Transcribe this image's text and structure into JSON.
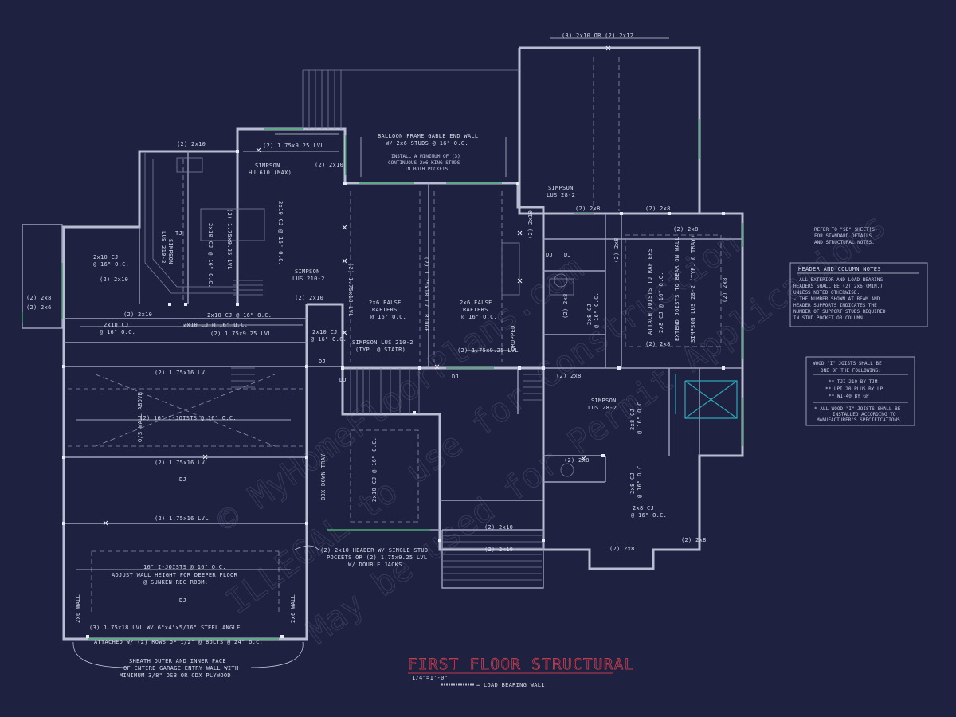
{
  "sheet": {
    "title": "FIRST FLOOR STRUCTURAL",
    "scale": "1/4\"=1'-0\"",
    "legend": "= LOAD BEARING WALL"
  },
  "watermark": {
    "line1": "© MyHomeFloorPlans.com",
    "line2": "ILLEGAL to use for Construction",
    "line3": "May be used for Permit Applications"
  },
  "notes": {
    "refer": [
      "REFER TO \"SD\" SHEET(S)",
      "FOR STANDARD DETAILS",
      "AND STRUCTURAL NOTES."
    ],
    "header_title": "HEADER AND COLUMN NOTES",
    "header_lines": [
      "- ALL EXTERIOR AND LOAD BEARING",
      "HEADERS SHALL BE (2) 2x6 (MIN.)",
      "UNLESS NOTED OTHERWISE.",
      "- THE NUMBER SHOWN AT BEAM AND",
      "HEADER SUPPORTS INDICATES THE",
      "NUMBER OF SUPPORT STUDS REQUIRED",
      "IN STUD POCKET OR COLUMN."
    ],
    "joist_title_1": "WOOD \"I\" JOISTS SHALL BE",
    "joist_title_2": "ONE OF THE FOLLOWING:",
    "joist_lines": [
      "** TJI 210 BY TJM",
      "** LPI 20 PLUS BY LP",
      "** WI-40 BY GP"
    ],
    "joist_foot": [
      "* ALL WOOD \"I\" JOISTS SHALL BE",
      "INSTALLED ACCORDING TO",
      "MANUFACTURER'S SPECIFICATIONS"
    ]
  },
  "labels": {
    "top_header": "(3) 2x10 OR (2) 2x12",
    "balloon": "BALLOON FRAME GABLE END WALL",
    "balloon2": "W/ 2x6 STUDS @ 16\" O.C.",
    "install1": "INSTALL A MINIMUM OF (3)",
    "install2": "CONTINUOUS 2x6 KING STUDS",
    "install3": "IN BOTH POCKETS.",
    "lvl_top": "(2) 1.75x9.25 LVL",
    "hdr_2x10_a": "(2) 2x10",
    "hdr_2x10_b": "(2) 2x10",
    "simpson_hu": "SIMPSON",
    "simpson_hu2": "HU 610 (MAX)",
    "simpson_lus": "SIMPSON",
    "simpson_lus2": "LUS 210-2",
    "lus_left1": "SIMPSON",
    "lus_left2": "LUS 210-2",
    "cj_left1": "2x10 CJ",
    "cj_left2": "@ 16\" O.C.",
    "hdr_left_a": "(2) 2x10",
    "hdr_left_b": "(2) 2x10",
    "hdr_left_c": "(2) 2x8",
    "cj_mid1": "2x10 CJ @ 16\" O.C.",
    "cj_vert1": "2x10 CJ @ 16\" O.C.",
    "lvl_vert1": "(2) 1.75x9.25 LVL",
    "cj_vert2": "2x10 CJ @ 16\" O.C.",
    "cj_bot1": "2x10 CJ",
    "cj_bot2": "@ 16\" O.C.",
    "cj_row": "2x10 CJ @ 16\" O.C.",
    "lvl_row": "(2) 1.75x9.25 LVL",
    "hdr_2x10_c": "(2) 2x10",
    "cj_small1": "2x10 CJ",
    "cj_small2": "@ 16\" O.C.",
    "lvl18_vert": "(2) 1.75x18 LVL",
    "ridge_vert": "(2) 1.75x18 LVL RIDGE",
    "false_raft_l1": "2x6 FALSE",
    "false_raft_l2": "RAFTERS",
    "false_raft_l3": "@ 16\" O.C.",
    "false_raft_r1": "2x6 FALSE",
    "false_raft_r2": "RAFTERS",
    "false_raft_r3": "@ 16\" O.C.",
    "stair1": "SIMPSON LUS 210-2",
    "stair2": "(TYP. @ STAIR)",
    "lvl_stair": "(2) 1.75x9.25 LVL",
    "dropped": "DROPPED",
    "simpson_ls": "SIMPSON",
    "simpson_ls2": "LUS 28-2",
    "hdr_2x8_top": "(2) 2x8",
    "hdr_2x8_r": "(2) 2x8",
    "attach_v": "ATTACH JOISTS TO RAFTERS",
    "cj8_v": "2x8 CJ @ 16\" O.C.",
    "extend_v": "EXTEND JOISTS TO BEAR ON WALL",
    "lus282_v": "SIMPSON LUS 28-2 (TYP. @ TRAY)",
    "hdr28_v1": "(2) 2x8",
    "hdr28_v2": "(2) 2x8",
    "hdr28_v3": "(2) 2x8",
    "hdr28_a": "(2) 2x8",
    "hdr28_b": "(2) 2x8",
    "hdr28_c": "(2) 2x8",
    "hdr28_d": "(2) 2x8",
    "dj_a": "DJ",
    "dj_b": "DJ",
    "dj_c": "DJ",
    "dj_d": "DJ",
    "dj_e": "DJ",
    "cj8_a1": "2x8 CJ",
    "cj8_a2": "@ 16\" O.C.",
    "cj8_b1": "2x8 CJ",
    "cj8_b2": "@ 16\" O.C.",
    "cj8_c1": "2x8 CJ",
    "cj8_c2": "@ 16\" O.C.",
    "simpson_28": "SIMPSON",
    "simpson_282": "LUS 28-2",
    "lvl16_a": "(2) 1.75x16 LVL",
    "ijoist_a": "(2) 16\" I-JOISTS @ 16\" O.C.",
    "open_wall": "O/S WALL ABOVE",
    "lvl16_b": "(2) 1.75x16 LVL",
    "lvl16_c": "(2) 1.75x16 LVL",
    "ijoist_b": "16\" I-JOISTS @ 16\" O.C.",
    "adjust": "ADJUST WALL HEIGHT FOR DEEPER FLOOR",
    "adjust2": "@ SUNKEN REC ROOM.",
    "lvl_steel": "(3) 1.75x18 LVL W/ 6\"x4\"x5/16\" STEEL ANGLE",
    "attached": "ATTACHED W/ (2) ROWS OF 1/2\" @ BOLTS @ 24\" O.C.",
    "sheath1": "SHEATH OUTER AND INNER FACE",
    "sheath2": "OF ENTIRE GARAGE ENTRY WALL WITH",
    "sheath3": "MINIMUM 3/8\" OSB OR CDX PLYWOOD",
    "wall2x6_l": "2x6 WALL",
    "wall2x6_r": "2x6 WALL",
    "box_down": "BOX DOWN TRAY",
    "cj_box": "2x10 CJ @ 16\" O.C.",
    "hdr2x10_bot1": "(2) 2x10",
    "hdr2x10_bot2": "(2) 2x10",
    "hdr_single1": "(2) 2x10 HEADER W/ SINGLE STUD",
    "hdr_single2": "POCKETS OR (2) 1.75x9.25 LVL",
    "hdr_single3": "W/ DOUBLE JACKS",
    "hdr28_bot": "(2) 2x8",
    "cj8_bot1": "2x8 CJ",
    "cj8_bot2": "@ 16\" O.C.",
    "hdr28_bath": "(2) 2x8",
    "hdr26_left": "(2) 2x6",
    "dj_cl": "DJ",
    "dj_cl2": "DJ",
    "hdr2x10_stair": "(2) 2x10",
    "tj": "TJ"
  }
}
